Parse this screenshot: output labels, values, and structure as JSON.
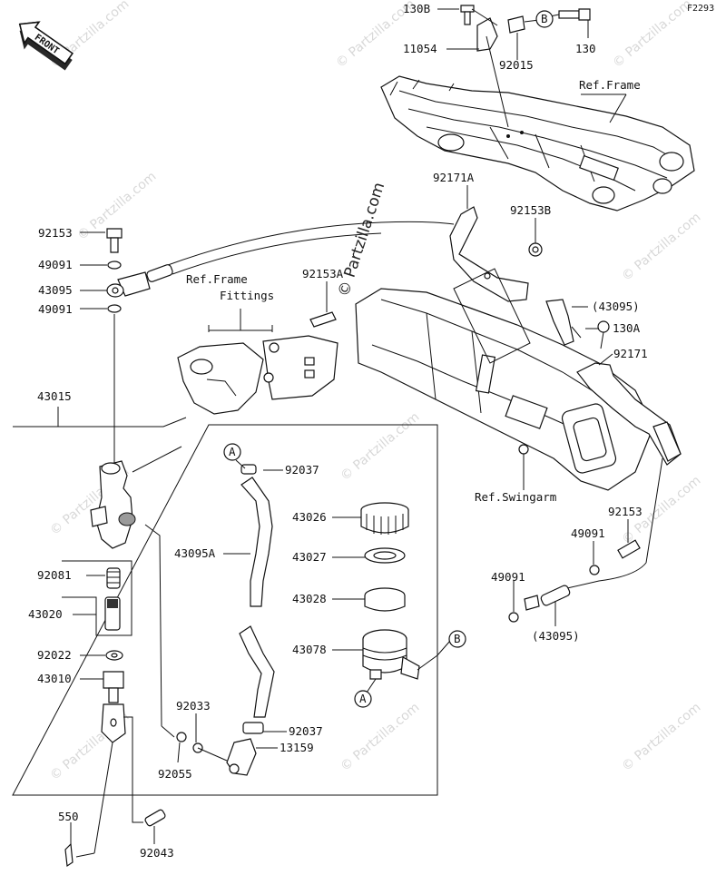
{
  "diagram_code": "F2293",
  "front_label": "FRONT",
  "watermark": "© Partzilla.com",
  "circle_a": "A",
  "circle_b": "B",
  "labels": {
    "p130B": "130B",
    "p11054": "11054",
    "p92015": "92015",
    "p130": "130",
    "ref_frame": "Ref.Frame",
    "p92171A": "92171A",
    "p92153B": "92153B",
    "p92153_top": "92153",
    "p49091_a": "49091",
    "p43095": "43095",
    "p49091_b": "49091",
    "ref_frame_fittings_1": "Ref.Frame",
    "ref_frame_fittings_2": "Fittings",
    "p92153A": "92153A",
    "p43095_paren_top": "(43095)",
    "p130A": "130A",
    "p92171": "92171",
    "p43015": "43015",
    "p92037_a": "92037",
    "p43026": "43026",
    "ref_swingarm": "Ref.Swingarm",
    "p43095A": "43095A",
    "p43027": "43027",
    "p92153_right": "92153",
    "p49091_c": "49091",
    "p92081": "92081",
    "p43028": "43028",
    "p49091_d": "49091",
    "p43020": "43020",
    "p43095_paren_bot": "(43095)",
    "p43078": "43078",
    "p92022": "92022",
    "p43010": "43010",
    "p92033": "92033",
    "p92037_b": "92037",
    "p13159": "13159",
    "p92055": "92055",
    "p550": "550",
    "p92043": "92043"
  }
}
